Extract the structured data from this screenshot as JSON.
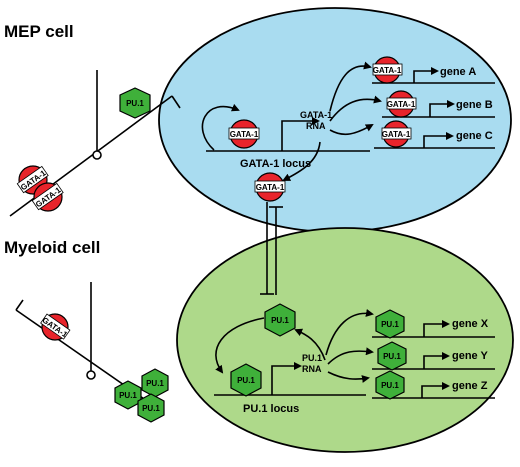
{
  "titles": {
    "mep": "MEP cell",
    "myeloid": "Myeloid cell"
  },
  "factors": {
    "gata": "GATA-1",
    "pu": "PU.1"
  },
  "loci": {
    "gata": "GATA-1 locus",
    "pu": "PU.1 locus"
  },
  "rna": {
    "gata_line1": "GATA-1",
    "gata_line2": "RNA",
    "pu_line1": "PU.1",
    "pu_line2": "RNA"
  },
  "genes": {
    "a": "gene A",
    "b": "gene B",
    "c": "gene C",
    "x": "gene X",
    "y": "gene Y",
    "z": "gene Z"
  },
  "colors": {
    "mep_cell": "#a9dcf0",
    "myeloid_cell": "#aed98a",
    "gata_red": "#e8242b",
    "pu_green": "#3fb03a"
  }
}
